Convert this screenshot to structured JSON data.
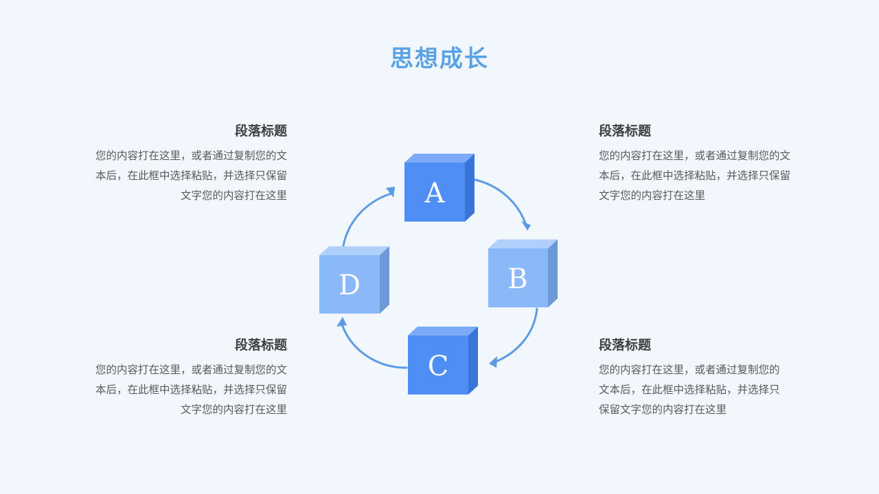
{
  "title": "思想成长",
  "blocks": {
    "top_left": {
      "heading": "段落标题",
      "lines": [
        "您的内容打在这里，或者通过复制您的文",
        "本后，在此框中选择粘贴，并选择只保留",
        "文字您的内容打在这里"
      ]
    },
    "bottom_left": {
      "heading": "段落标题",
      "lines": [
        "您的内容打在这里，或者通过复制您的文",
        "本后，在此框中选择粘贴，并选择只保留",
        "文字您的内容打在这里"
      ]
    },
    "top_right": {
      "heading": "段落标题",
      "lines": [
        "您的内容打在这里，或者通过复制您的文",
        "本后，在此框中选择粘贴，并选择只保留",
        "文字您的内容打在这里"
      ]
    },
    "bottom_right": {
      "heading": "段落标题",
      "lines": [
        "您的内容打在这里，或者通过复制您的",
        "文本后，在此框中选择粘贴，并选择只",
        "保留文字您的内容打在这里"
      ]
    }
  },
  "cubes": {
    "a": "A",
    "b": "B",
    "c": "C",
    "d": "D"
  },
  "colors": {
    "title": "#5aa2e6",
    "cube_dark_front": "#4f8ff5",
    "cube_light_front": "#8ab8f8",
    "arrow": "#5b9ae6",
    "background": "#f1f7fc"
  }
}
